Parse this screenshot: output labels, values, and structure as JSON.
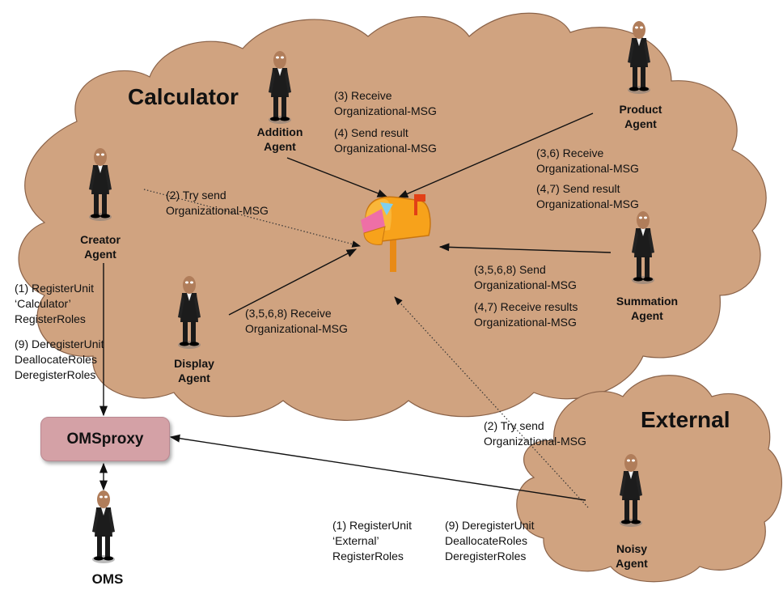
{
  "regions": {
    "calculator": "Calculator",
    "external": "External"
  },
  "agents": {
    "addition": "Addition\nAgent",
    "product": "Product\nAgent",
    "creator": "Creator\nAgent",
    "display": "Display\nAgent",
    "summation": "Summation\nAgent",
    "noisy": "Noisy\nAgent"
  },
  "nodes": {
    "omsproxy": "OMSproxy",
    "oms": "OMS"
  },
  "messages": {
    "addition_receive": "(3) Receive\nOrganizational-MSG",
    "addition_send": "(4) Send result\nOrganizational-MSG",
    "product_receive": "(3,6) Receive\nOrganizational-MSG",
    "product_send": "(4,7) Send result\nOrganizational-MSG",
    "creator_try": "(2) Try send\nOrganizational-MSG",
    "summation_send": "(3,5,6,8) Send\nOrganizational-MSG",
    "summation_receive": "(4,7) Receive results\nOrganizational-MSG",
    "display_receive": "(3,5,6,8) Receive\nOrganizational-MSG",
    "creator_register": "(1) RegisterUnit\n‘Calculator’\nRegisterRoles",
    "creator_deregister": "(9) DeregisterUnit\nDeallocateRoles\nDeregisterRoles",
    "noisy_try": "(2) Try send\nOrganizational-MSG",
    "noisy_register": "(1) RegisterUnit\n‘External’\nRegisterRoles",
    "noisy_deregister": "(9) DeregisterUnit\nDeallocateRoles\nDeregisterRoles"
  },
  "icons": {
    "agent": "agent-figure-icon",
    "mailbox": "mailbox-icon"
  },
  "colors": {
    "cloud": "#d0a380",
    "cloud_edge": "#8a6248",
    "proxy": "#d4a1a6"
  }
}
